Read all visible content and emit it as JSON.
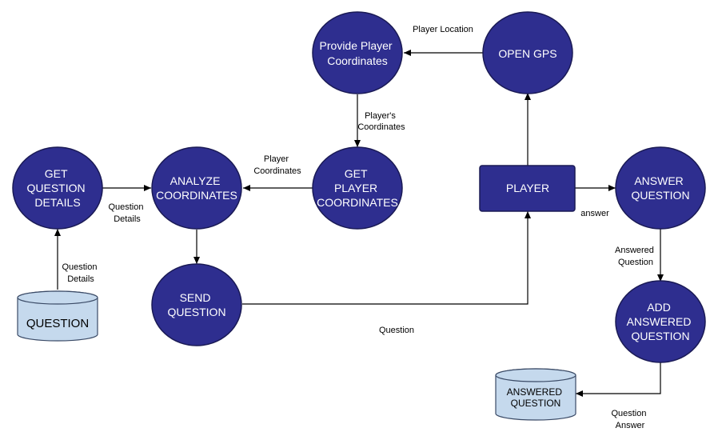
{
  "colors": {
    "process_fill": "#2e2e8f",
    "process_stroke": "#1a1a55",
    "store_fill": "#c5d9ed",
    "store_stroke": "#3a4a66",
    "edge": "#000000"
  },
  "nodes": {
    "provide_player_coordinates": [
      "Provide Player",
      "Coordinates"
    ],
    "open_gps": [
      "OPEN GPS"
    ],
    "get_question_details": [
      "GET",
      "QUESTION",
      "DETAILS"
    ],
    "analyze_coordinates": [
      "ANALYZE",
      "COORDINATES"
    ],
    "get_player_coordinates": [
      "GET",
      "PLAYER",
      "COORDINATES"
    ],
    "player": [
      "PLAYER"
    ],
    "answer_question": [
      "ANSWER",
      "QUESTION"
    ],
    "send_question": [
      "SEND",
      "QUESTION"
    ],
    "add_answered_question": [
      "ADD",
      "ANSWERED",
      "QUESTION"
    ]
  },
  "stores": {
    "question": [
      "QUESTION"
    ],
    "answered_question": [
      "ANSWERED",
      "QUESTION"
    ]
  },
  "edges": {
    "player_location": [
      "Player Location"
    ],
    "players_coordinates": [
      "Player's",
      "Coordinates"
    ],
    "player_coordinates": [
      "Player",
      "Coordinates"
    ],
    "question_details_right": [
      "Question",
      "Details"
    ],
    "question_details_up": [
      "Question",
      "Details"
    ],
    "question": [
      "Question"
    ],
    "answer": [
      "answer"
    ],
    "answered_question": [
      "Answered",
      "Question"
    ],
    "question_answer": [
      "Question",
      "Answer"
    ]
  }
}
